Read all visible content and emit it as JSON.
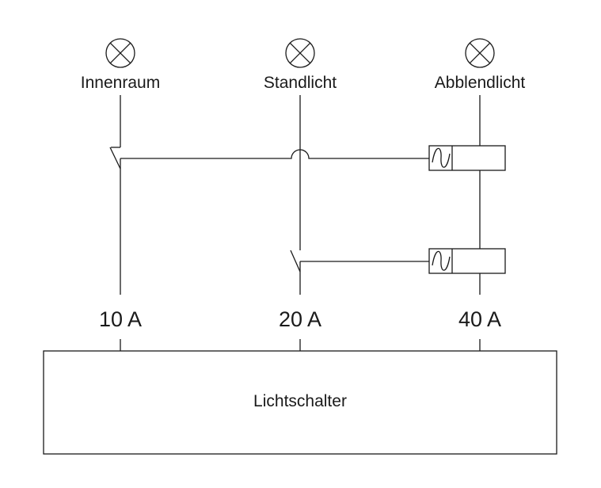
{
  "lamps": [
    {
      "label": "Innenraum",
      "symbol": "lamp-icon"
    },
    {
      "label": "Standlicht",
      "symbol": "lamp-icon"
    },
    {
      "label": "Abblendlicht",
      "symbol": "lamp-icon"
    }
  ],
  "fuses": [
    "10 A",
    "20 A",
    "40 A"
  ],
  "switch_box": {
    "label": "Lichtschalter"
  },
  "relays": [
    {
      "symbol": "relay-coil-icon"
    },
    {
      "symbol": "relay-coil-icon"
    }
  ],
  "colors": {
    "line": "#1a1a1a",
    "background": "#ffffff"
  }
}
